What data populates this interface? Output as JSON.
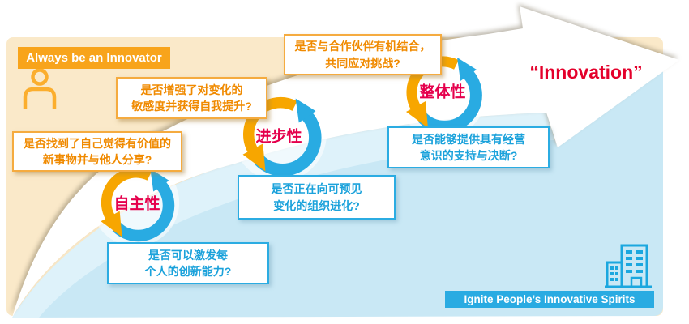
{
  "header": {
    "label": "Always be an Innovator"
  },
  "slogan": {
    "text": "“Innovation”"
  },
  "footer": {
    "label": "Ignite People’s Innovative Spirits"
  },
  "steps": [
    {
      "label": "自主性",
      "orange_question": "是否找到了自己觉得有价值的\n新事物并与他人分享?",
      "blue_question": "是否可以激发每\n个人的创新能力?"
    },
    {
      "label": "进步性",
      "orange_question": "是否增强了对变化的\n敏感度并获得自我提升?",
      "blue_question": "是否正在向可预见\n变化的组织进化?"
    },
    {
      "label": "整体性",
      "orange_question": "是否与合作伙伴有机结合，\n共同应对挑战?",
      "blue_question": "是否能够提供具有经营\n意识的支持与决断?"
    }
  ],
  "icons": {
    "person": "person-icon",
    "building": "building-icon",
    "cycle": "cycle-arrows-icon",
    "arrow": "growth-arrow"
  },
  "colors": {
    "accent_orange": "#F7A600",
    "accent_blue": "#29ABE2",
    "label_red": "#E5004C",
    "slogan_red": "#E4002B",
    "beige_bg": "#FAE9C9",
    "light_blue_bg": "#C9E8F5",
    "white": "#FFFFFF"
  }
}
